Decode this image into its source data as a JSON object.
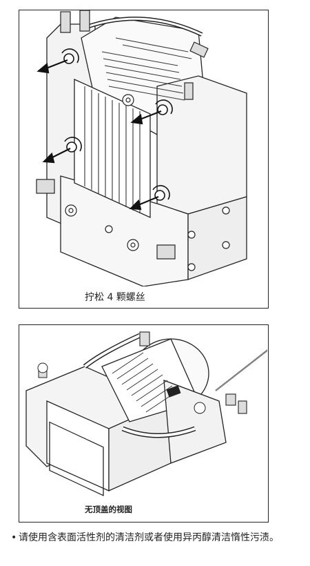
{
  "figure1": {
    "caption": "拧松 4 颗螺丝"
  },
  "figure2": {
    "caption": "无顶盖的视图"
  },
  "note": {
    "bullet": "•",
    "text": "请使用含表面活性剂的清洁剂或者使用异丙醇清洁惰性污渍。"
  }
}
